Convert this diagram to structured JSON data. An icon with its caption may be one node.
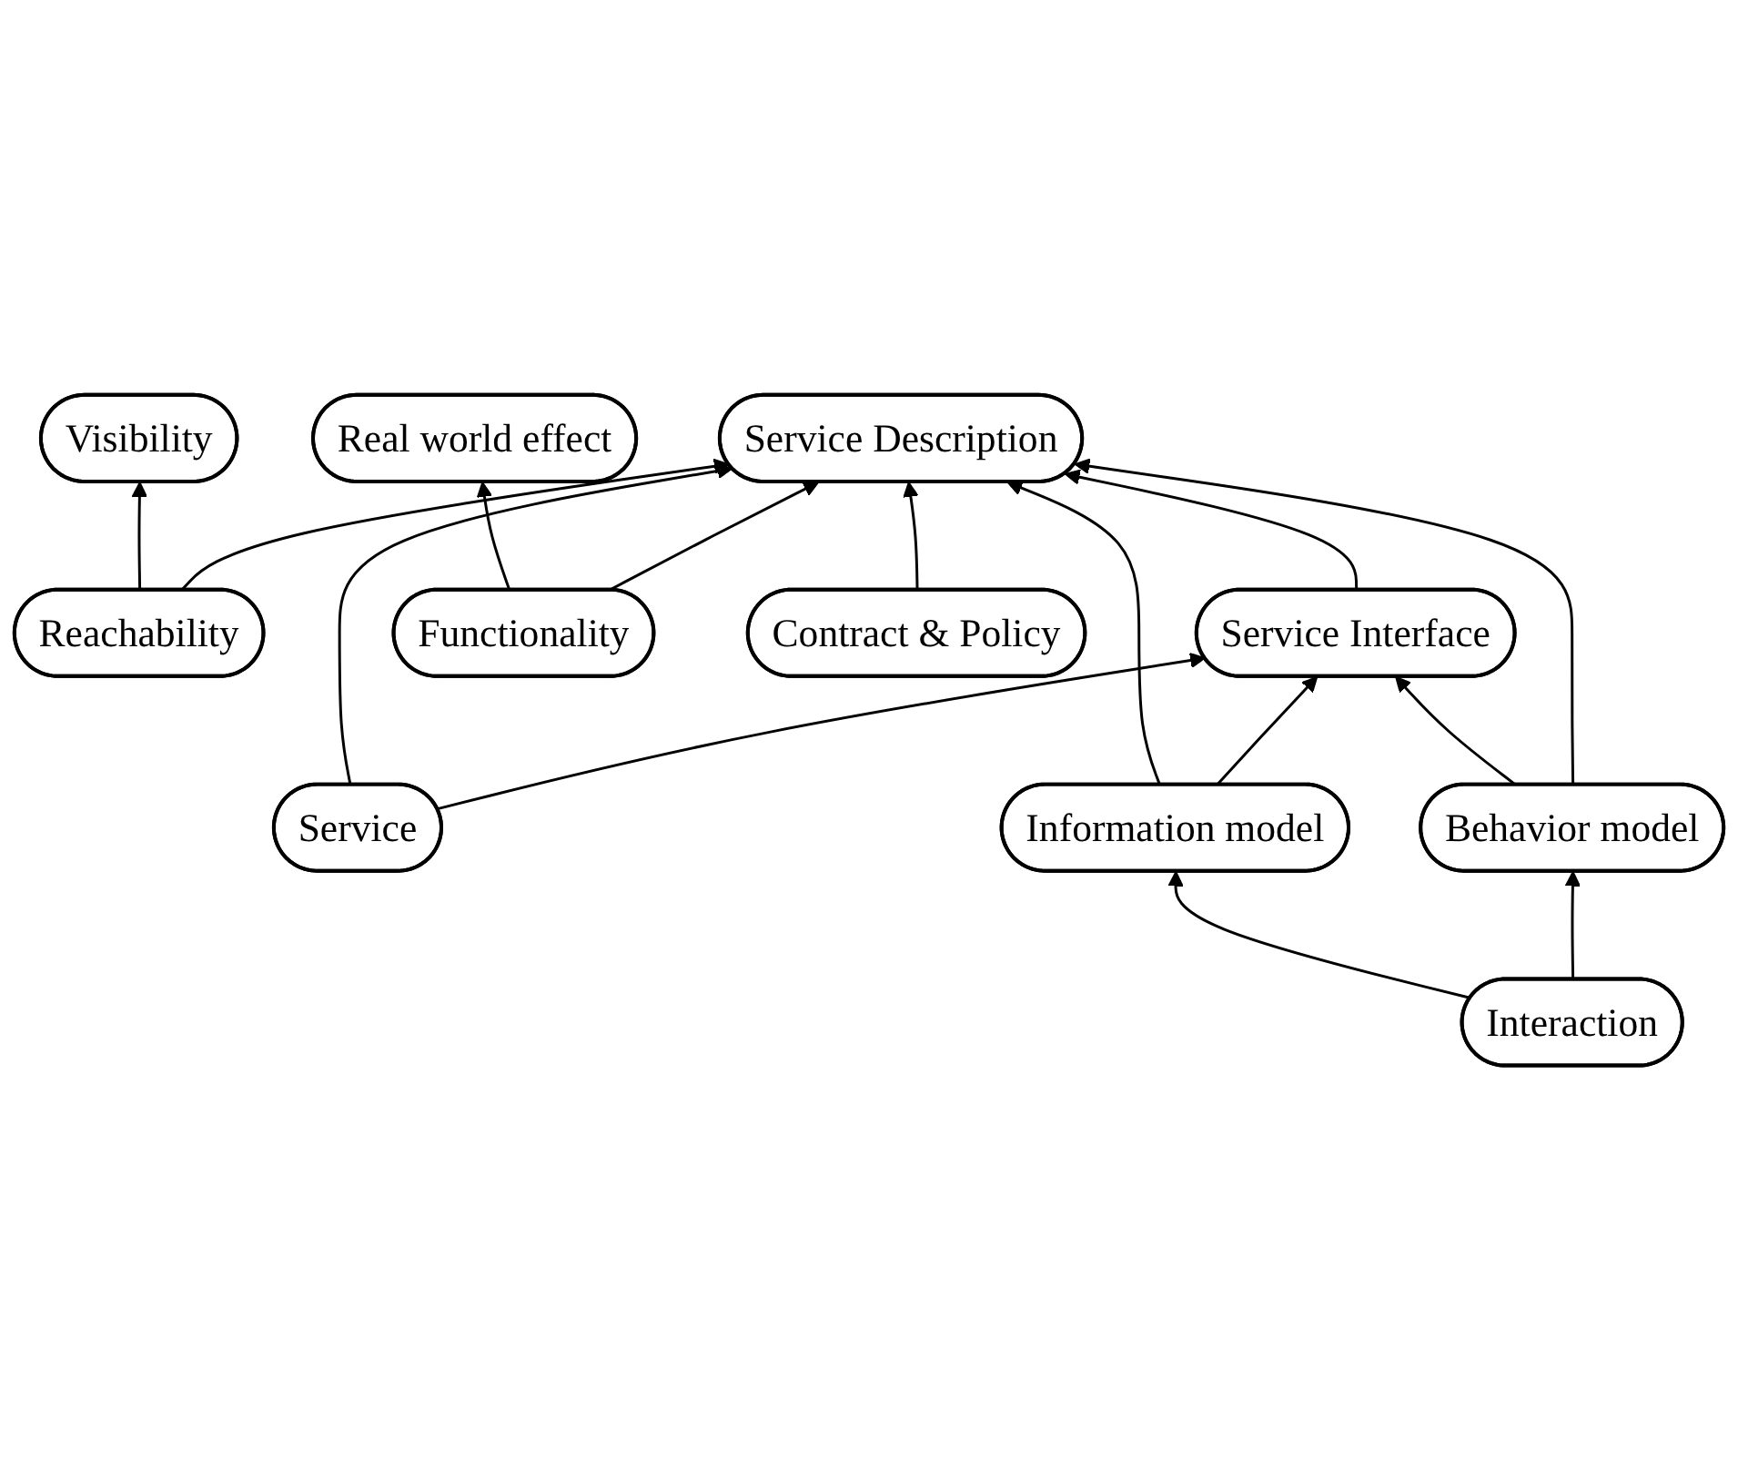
{
  "diagram": {
    "nodes": [
      {
        "text": [
          "Visibility"
        ]
      },
      {
        "text": [
          "Reachability"
        ]
      },
      {
        "text": [
          "Service Description"
        ]
      },
      {
        "text": [
          "Service"
        ]
      },
      {
        "text": [
          "Service Interface"
        ]
      },
      {
        "text": [
          "Functionality"
        ]
      },
      {
        "text": [
          "Real world effect"
        ]
      },
      {
        "text": [
          "Interaction"
        ]
      },
      {
        "text": [
          "Contract & Policy"
        ]
      },
      {
        "text": [
          "Information model"
        ]
      },
      {
        "text": [
          "Behavior model"
        ]
      }
    ],
    "edges": [
      {
        "from": 1,
        "to": 0,
        "arrow": "to"
      },
      {
        "from": 1,
        "to": 2,
        "arrow": "to"
      },
      {
        "from": 3,
        "to": 2,
        "arrow": "to"
      },
      {
        "from": 3,
        "to": 4,
        "arrow": "to"
      },
      {
        "from": 5,
        "to": 6,
        "arrow": "to"
      },
      {
        "from": 5,
        "to": 2,
        "arrow": "to"
      },
      {
        "from": 4,
        "to": 2,
        "arrow": "to"
      },
      {
        "from": 8,
        "to": 2,
        "arrow": "to"
      },
      {
        "from": 9,
        "to": 2,
        "arrow": "to"
      },
      {
        "from": 9,
        "to": 4,
        "arrow": "to"
      },
      {
        "from": 7,
        "to": 9,
        "arrow": "to"
      },
      {
        "from": 7,
        "to": 10,
        "arrow": "to"
      },
      {
        "from": 10,
        "to": 4,
        "arrow": "to"
      },
      {
        "from": 10,
        "to": 2,
        "arrow": "to"
      }
    ]
  }
}
